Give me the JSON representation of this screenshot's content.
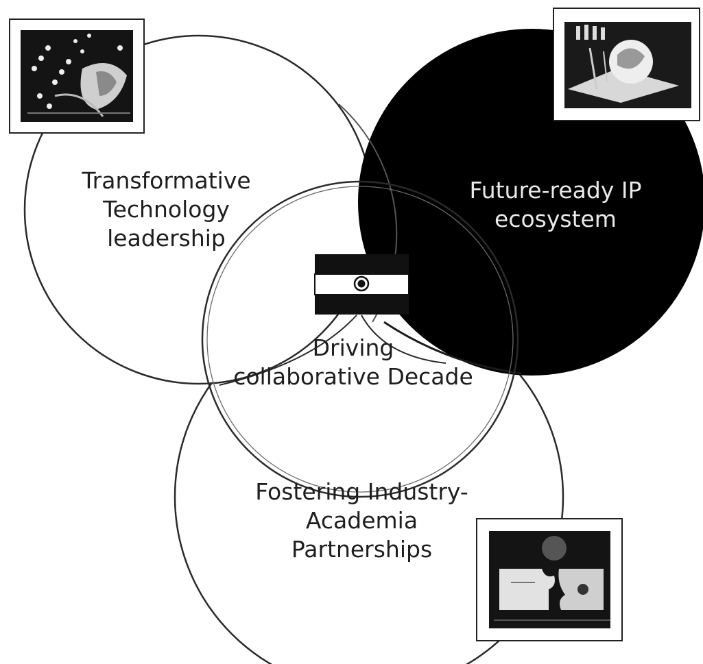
{
  "diagram": {
    "circles": [
      {
        "id": "tech",
        "label": "Transformative\nTechnology\nleadership",
        "fill": "#ffffff",
        "text_color": "#1e1e1e"
      },
      {
        "id": "ip",
        "label": "Future-ready IP\necosystem",
        "fill": "#000000",
        "text_color": "#e9e9e9"
      },
      {
        "id": "center",
        "label": "Driving\ncollaborative Decade",
        "fill": "transparent",
        "text_color": "#1e1e1e"
      },
      {
        "id": "academia",
        "label": "Fostering Industry-\nAcademia\nPartnerships",
        "fill": "#ffffff",
        "text_color": "#1e1e1e"
      }
    ],
    "flag_colors": {
      "top": "#111111",
      "middle": "#ffffff",
      "bottom": "#111111",
      "chakra": "#111111"
    },
    "icons": [
      {
        "id": "tech",
        "name": "circuit-board-icon"
      },
      {
        "id": "ip",
        "name": "patent-innovation-icon"
      },
      {
        "id": "academia",
        "name": "puzzle-handshake-icon"
      }
    ]
  }
}
